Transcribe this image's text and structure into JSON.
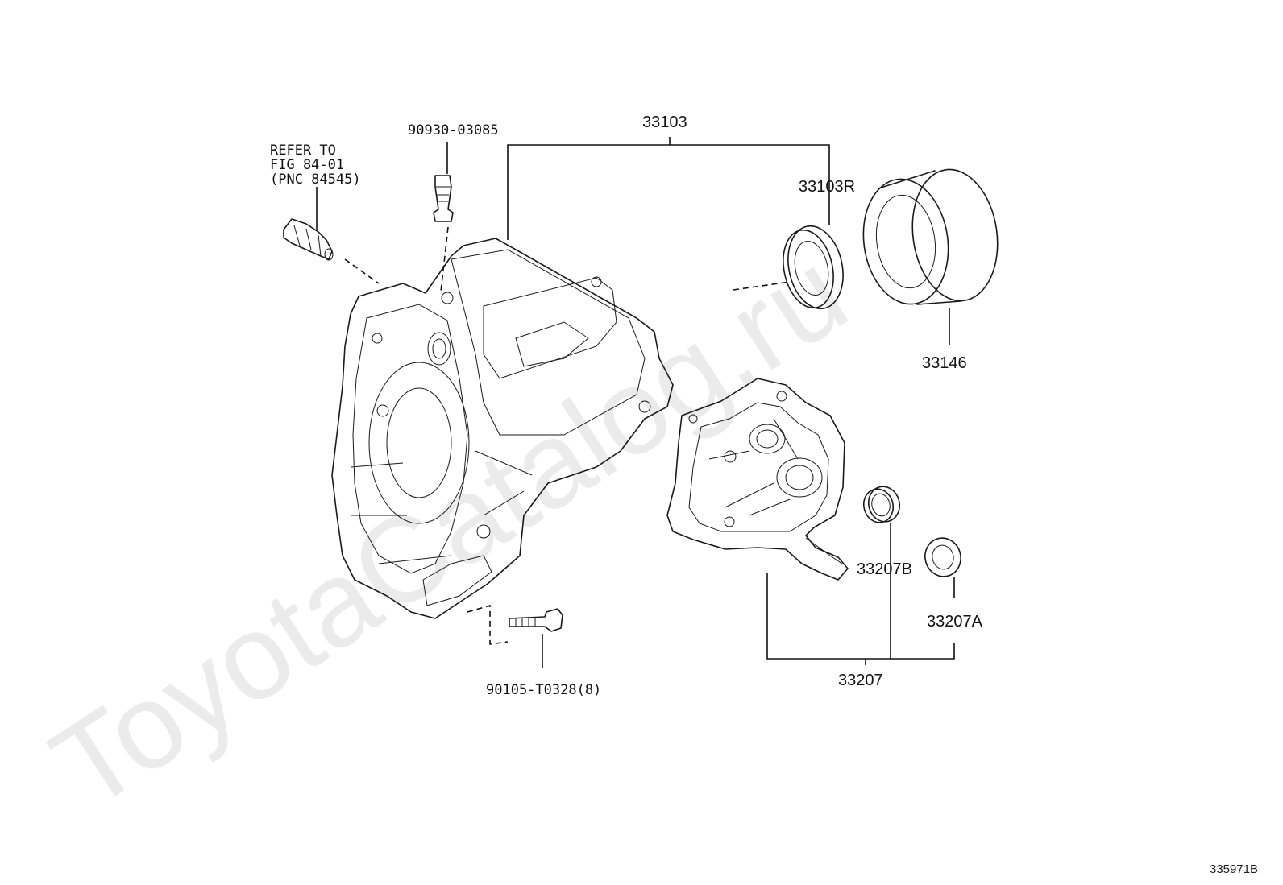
{
  "watermark": "ToyotaCatalog.ru",
  "figure_id": "335971B",
  "callouts": {
    "housing": "33103",
    "oil_seal": "33103R",
    "cover": "33146",
    "sensor_ref": [
      "REFER TO",
      "FIG 84-01",
      "(PNC 84545)"
    ],
    "plug": "90930-03085",
    "bolt": "90105-T0328(8)",
    "extension_assy": "33207",
    "seal_b": "33207B",
    "seal_a": "33207A"
  }
}
